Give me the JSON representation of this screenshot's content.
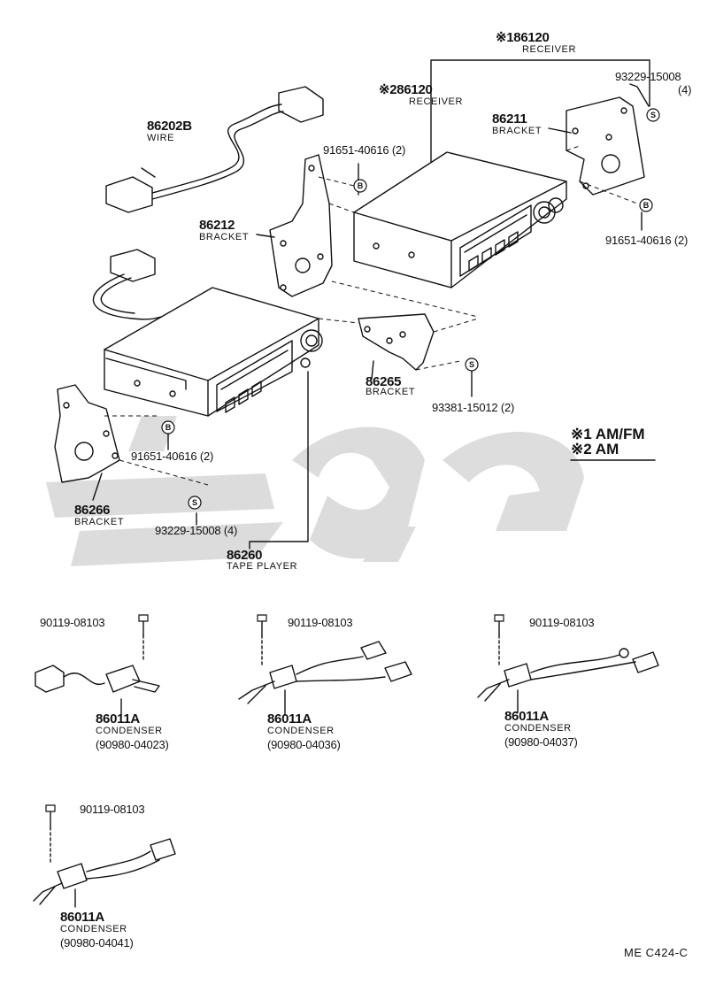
{
  "header": {
    "part": "※186120",
    "name": "RECEIVER",
    "screw_part": "93229-15008",
    "screw_qty": "(4)"
  },
  "receiver2": {
    "part": "※286120",
    "name": "RECEIVER"
  },
  "wire": {
    "part": "86202B",
    "name": "WIRE"
  },
  "bracket_86211": {
    "part": "86211",
    "name": "BRACKET"
  },
  "bolt_a": "91651-40616 (2)",
  "bolt_b": "91651-40616 (2)",
  "bracket_86212": {
    "part": "86212",
    "name": "BRACKET"
  },
  "bracket_86265": {
    "part": "86265",
    "name": "BRACKET",
    "screw": "93381-15012 (2)"
  },
  "legend": {
    "line1": "※1 AM/FM",
    "line2": "※2 AM"
  },
  "bolt_c": "91651-40616 (2)",
  "bracket_86266": {
    "part": "86266",
    "name": "BRACKET"
  },
  "screw_bottom": "93229-15008 (4)",
  "tape_player": {
    "part": "86260",
    "name": "TAPE PLAYER"
  },
  "condensers": [
    {
      "bolt": "90119-08103",
      "part": "86011A",
      "name": "CONDENSER",
      "code": "(90980-04023)"
    },
    {
      "bolt": "90119-08103",
      "part": "86011A",
      "name": "CONDENSER",
      "code": "(90980-04036)"
    },
    {
      "bolt": "90119-08103",
      "part": "86011A",
      "name": "CONDENSER",
      "code": "(90980-04037)"
    },
    {
      "bolt": "90119-08103",
      "part": "86011A",
      "name": "CONDENSER",
      "code": "(90980-04041)"
    }
  ],
  "footer": {
    "ref": "ME C424-C"
  }
}
